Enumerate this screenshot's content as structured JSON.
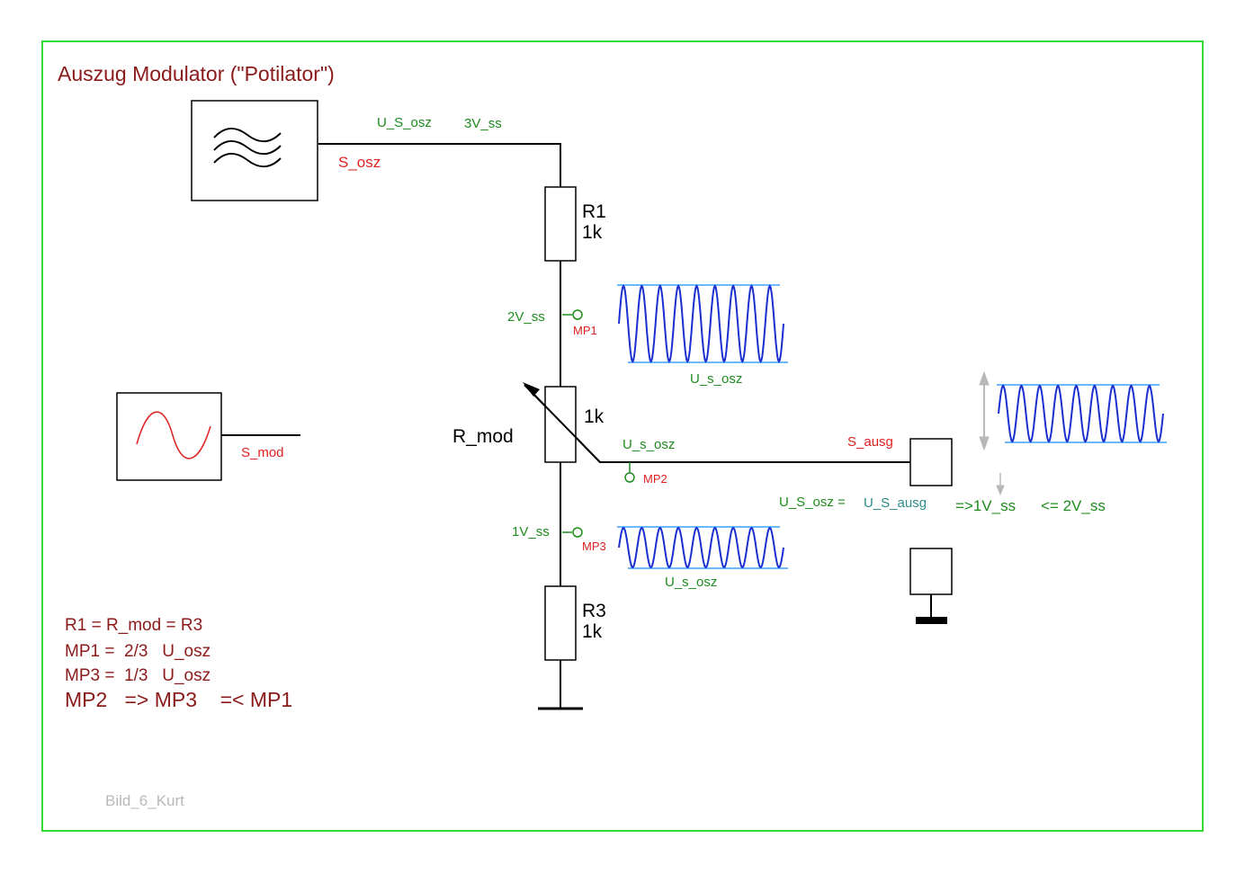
{
  "title": "Auszug Modulator (\"Potilator\")",
  "colors": {
    "frame": "#33dd33",
    "title": "#8b1a1a",
    "signal_red": "#e02020",
    "voltage_green": "#1e8c1e",
    "teal": "#2a8c8c",
    "wave_blue": "#1a2fd0",
    "wave_rail": "#3aa0ff",
    "wire": "#000000",
    "note_gray": "#b8b8b8"
  },
  "labels": {
    "u_s_osz_top": "U_S_osz",
    "v3_ss": "3V_ss",
    "s_osz": "S_osz",
    "r1_name": "R1",
    "r1_value": "1k",
    "v2_ss": "2V_ss",
    "mp1": "MP1",
    "u_s_osz_mp1": "U_s_osz",
    "r_mod_name": "R_mod",
    "r_mod_value": "1k",
    "u_s_osz_wiper": "U_s_osz",
    "s_ausg": "S_ausg",
    "mp2": "MP2",
    "s_mod": "S_mod",
    "u_s_osz_eq": "U_S_osz =",
    "u_s_ausg": "U_S_ausg",
    "result_1v": "=>1V_ss",
    "result_2v": "<= 2V_ss",
    "v1_ss": "1V_ss",
    "mp3": "MP3",
    "u_s_osz_mp3": "U_s_osz",
    "r3_name": "R3",
    "r3_value": "1k"
  },
  "notes": [
    "R1 = R_mod = R3",
    "MP1 =  2/3   U_osz",
    "MP3 =  1/3   U_osz"
  ],
  "summary": "MP2   => MP3    =< MP1",
  "caption": "Bild_6_Kurt",
  "icons": {
    "oscillator": "multi-sine-generator-icon",
    "modulator": "sine-generator-icon",
    "ground": "ground-symbol"
  }
}
